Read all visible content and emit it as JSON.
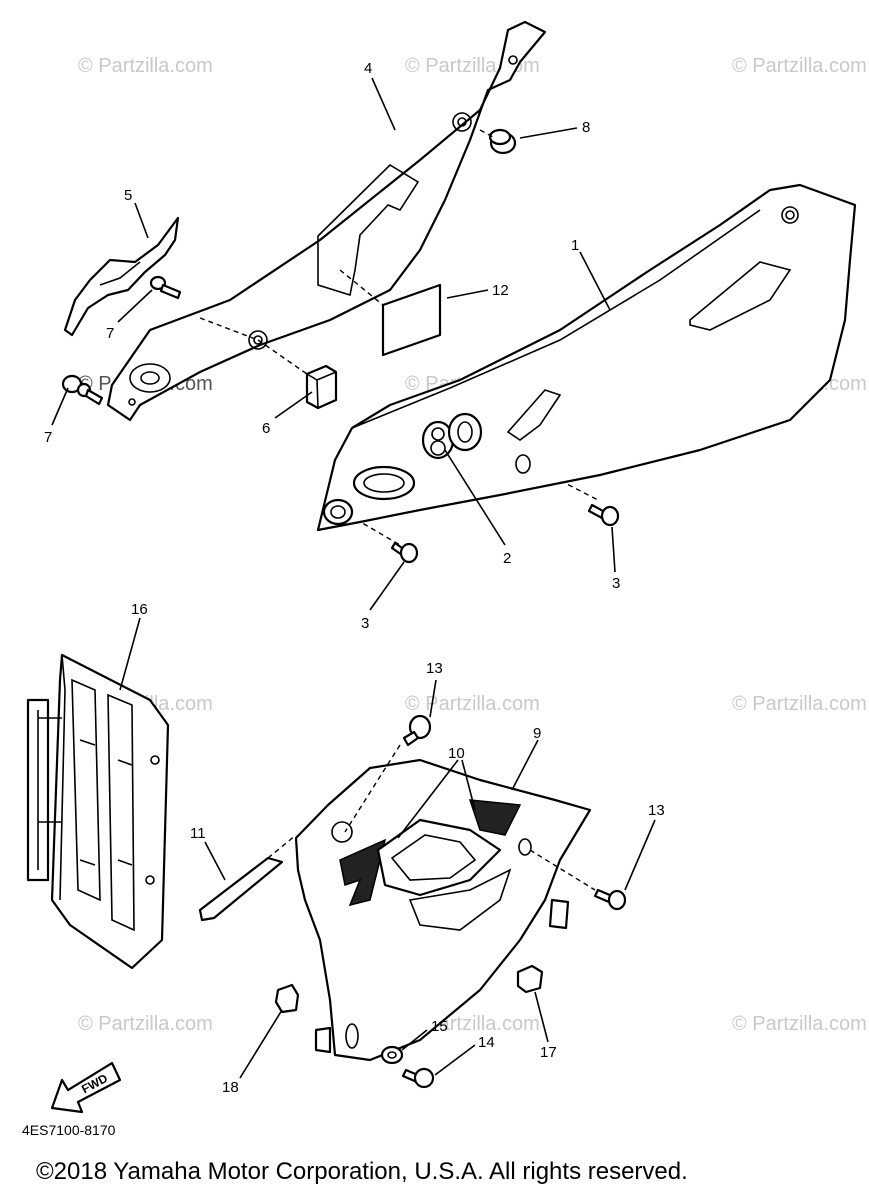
{
  "watermark": "© Partzilla.com",
  "callouts": {
    "c1": "1",
    "c2": "2",
    "c3a": "3",
    "c3b": "3",
    "c4": "4",
    "c5": "5",
    "c6": "6",
    "c7a": "7",
    "c7b": "7",
    "c8": "8",
    "c9": "9",
    "c10": "10",
    "c11": "11",
    "c12": "12",
    "c13a": "13",
    "c13b": "13",
    "c14": "14",
    "c15": "15",
    "c16": "16",
    "c17": "17",
    "c18": "18"
  },
  "fwd_label": "FWD",
  "diagram_code": "4ES7100-8170",
  "copyright": "©2018 Yamaha Motor Corporation, U.S.A. All rights reserved."
}
